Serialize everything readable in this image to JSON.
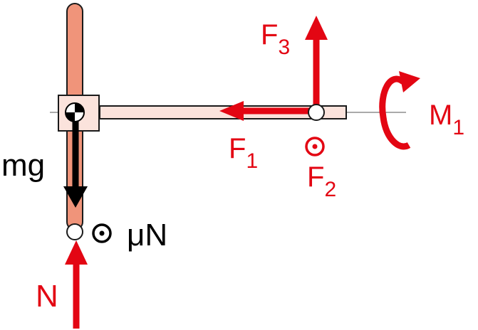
{
  "labels": {
    "F3": {
      "base": "F",
      "sub": "3"
    },
    "M1": {
      "base": "M",
      "sub": "1"
    },
    "F1": {
      "base": "F",
      "sub": "1"
    },
    "F2": {
      "base": "F",
      "sub": "2"
    },
    "mg": "mg",
    "muN": "μN",
    "N": "N"
  },
  "colors": {
    "force_red": "#e30613",
    "vertical_bar": "#f0947a",
    "horizontal_bar": "#fbe3dc",
    "stroke": "#1a1a1a",
    "gravity_arrow": "#000000"
  },
  "icons": {
    "center_of_mass": "center-of-mass-symbol",
    "out_of_page": "circle-dot-symbol",
    "pin_joint": "hollow-circle"
  }
}
